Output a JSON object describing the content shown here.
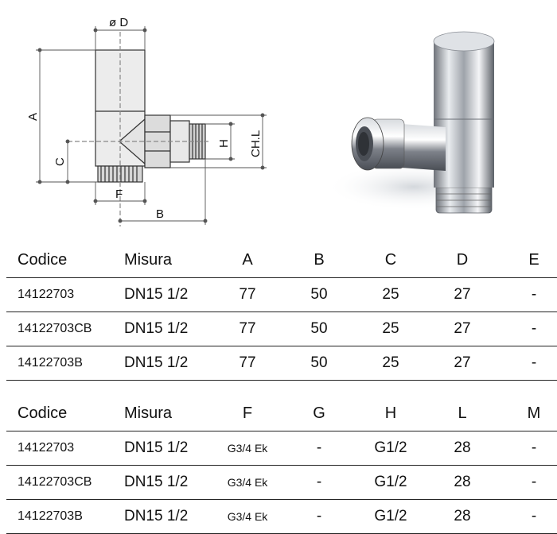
{
  "drawing": {
    "labels": {
      "diameter": "ø D",
      "a": "A",
      "c": "C",
      "f": "F",
      "b": "B",
      "h": "H",
      "chl": "CH.L"
    }
  },
  "table1": {
    "headers": [
      "Codice",
      "Misura",
      "A",
      "B",
      "C",
      "D",
      "E"
    ],
    "rows": [
      [
        "14122703",
        "DN15 1/2",
        "77",
        "50",
        "25",
        "27",
        "-"
      ],
      [
        "14122703CB",
        "DN15 1/2",
        "77",
        "50",
        "25",
        "27",
        "-"
      ],
      [
        "14122703B",
        "DN15 1/2",
        "77",
        "50",
        "25",
        "27",
        "-"
      ]
    ]
  },
  "table2": {
    "headers": [
      "Codice",
      "Misura",
      "F",
      "G",
      "H",
      "L",
      "M"
    ],
    "rows": [
      [
        "14122703",
        "DN15 1/2",
        "G3/4 Ek",
        "-",
        "G1/2",
        "28",
        "-"
      ],
      [
        "14122703CB",
        "DN15 1/2",
        "G3/4 Ek",
        "-",
        "G1/2",
        "28",
        "-"
      ],
      [
        "14122703B",
        "DN15 1/2",
        "G3/4 Ek",
        "-",
        "G1/2",
        "28",
        "-"
      ]
    ]
  }
}
